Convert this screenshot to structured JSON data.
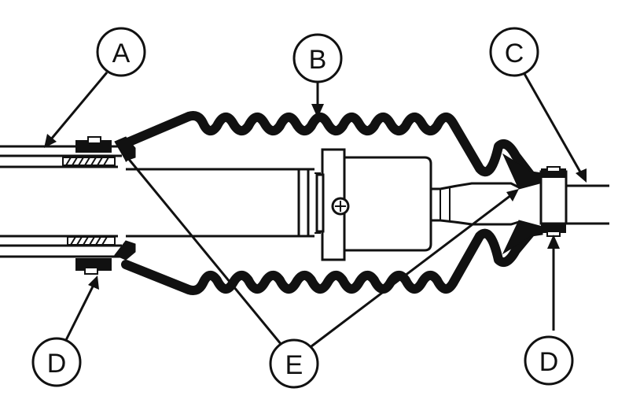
{
  "callouts": {
    "a": "A",
    "b": "B",
    "c": "C",
    "d_left": "D",
    "e": "E",
    "d_right": "D"
  }
}
